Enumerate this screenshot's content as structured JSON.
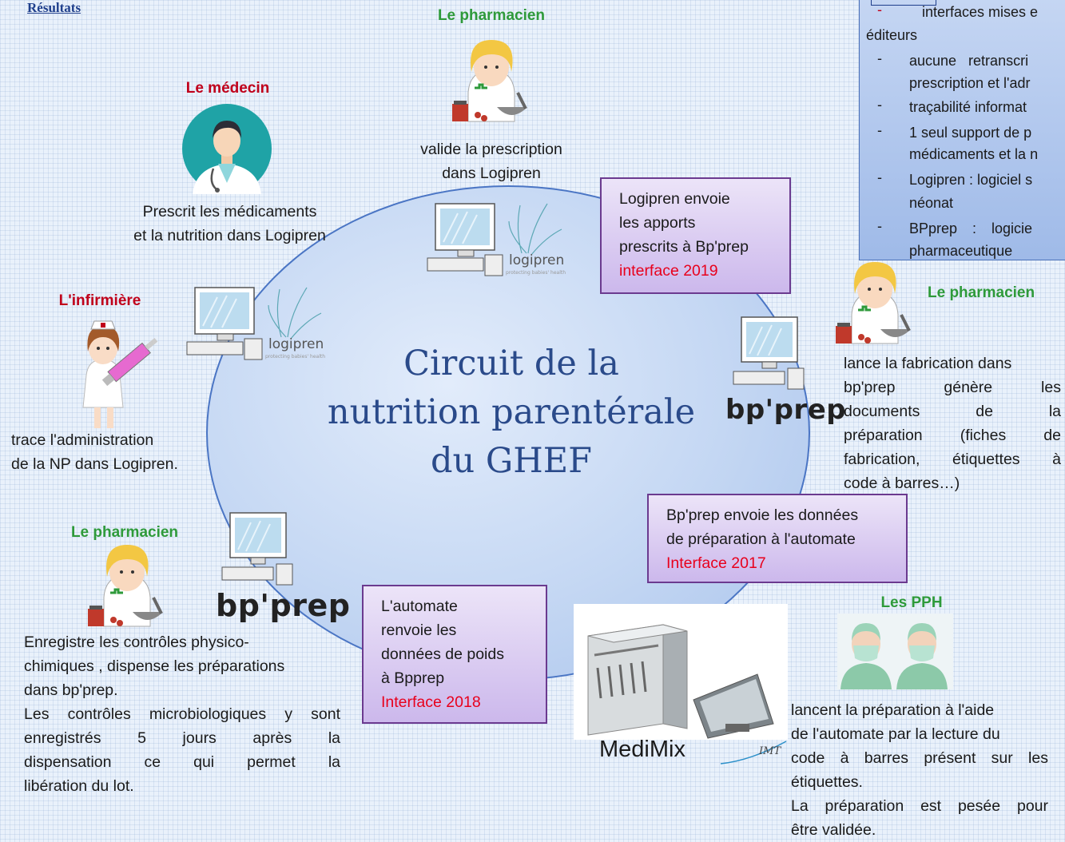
{
  "header": {
    "results_label": "Résultats"
  },
  "center": {
    "title_lines": [
      "Circuit de la",
      "nutrition parentérale",
      "du GHEF"
    ]
  },
  "logos": {
    "logipren_word": "logipren",
    "logipren_tagline": "protecting babies' health",
    "bpprep_word": "bp'prep",
    "medimix_label": "MediMix",
    "imt_word": "IMT"
  },
  "roles": {
    "medecin": {
      "title": "Le médecin",
      "lines": [
        "Prescrit les médicaments",
        "et la nutrition dans Logipren"
      ]
    },
    "pharmacien_top": {
      "title": "Le pharmacien",
      "lines": [
        "valide la prescription",
        "dans Logipren"
      ]
    },
    "infirmiere": {
      "title": "L'infirmière",
      "lines": [
        "trace l'administration",
        "de la NP dans Logipren."
      ]
    },
    "pharmacien_right": {
      "title": "Le pharmacien",
      "lines": [
        "lance la fabrication dans",
        "bp'prep génère les",
        "documents de la",
        "préparation (fiches de",
        "fabrication, étiquettes à",
        "code à barres…)"
      ]
    },
    "pharmacien_bottom": {
      "title": "Le pharmacien",
      "lines": [
        "Enregistre les contrôles physico-",
        "chimiques , dispense les préparations",
        "dans bp'prep.",
        "Les contrôles microbiologiques y sont",
        "enregistrés 5 jours après la",
        "dispensation ce qui permet la",
        "libération du lot."
      ]
    },
    "pph": {
      "title": "Les PPH",
      "lines": [
        "lancent la préparation à l'aide",
        "de l'automate par la lecture du",
        "code à barres présent sur les",
        "étiquettes.",
        "La préparation est pesée pour",
        "être validée."
      ]
    }
  },
  "interfaces": {
    "logipren_bpprep": {
      "lines": [
        "Logipren envoie",
        "les apports",
        "prescrits à Bp'prep"
      ],
      "interface": "interface 2019"
    },
    "bpprep_automate": {
      "lines": [
        "Bp'prep envoie les données",
        "de préparation à l'automate"
      ],
      "interface": "Interface 2017"
    },
    "automate_bpprep": {
      "lines": [
        "L'automate",
        "renvoie les",
        "données de poids",
        "à Bpprep"
      ],
      "interface": "Interface 2018"
    }
  },
  "info_panel": {
    "items": [
      {
        "dash": "-",
        "text": "interfaces mises e",
        "cont": "éditeurs"
      },
      {
        "dash": "-",
        "text": "aucune retranscri",
        "cont": "prescription et l'adr"
      },
      {
        "dash": "-",
        "text": "traçabilité informat"
      },
      {
        "dash": "-",
        "text": "1 seul support de p",
        "cont": "médicaments et la n"
      },
      {
        "dash": "-",
        "text": "Logipren : logiciel s",
        "cont": "néonat"
      },
      {
        "dash": "-",
        "text": "BPprep : logicie",
        "cont": "pharmaceutique"
      }
    ]
  },
  "colors": {
    "role_red": "#c0001a",
    "role_green": "#2e9a3a",
    "interface_red": "#e8001c",
    "box_border": "#6b3a8f",
    "ellipse_border": "#4a75c4",
    "title_blue": "#2a4a8a"
  }
}
